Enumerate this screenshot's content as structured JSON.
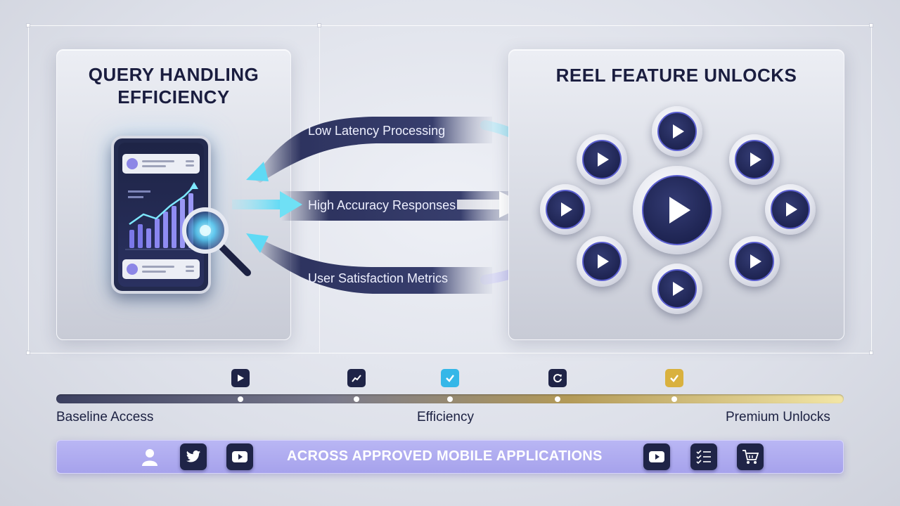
{
  "left_panel": {
    "title_line1": "QUERY HANDLING",
    "title_line2": "EFFICIENCY"
  },
  "right_panel": {
    "title": "REEL FEATURE UNLOCKS"
  },
  "flows": [
    {
      "label": "Low Latency Processing"
    },
    {
      "label": "High Accuracy Responses"
    },
    {
      "label": "User Satisfaction Metrics"
    }
  ],
  "timeline": {
    "labels": {
      "start": "Baseline Access",
      "middle": "Efficiency",
      "end": "Premium Unlocks"
    },
    "milestones": [
      {
        "icon": "play-icon",
        "color": "#1f2447"
      },
      {
        "icon": "trend-icon",
        "color": "#1f2447"
      },
      {
        "icon": "check-icon",
        "color": "#35b7e8"
      },
      {
        "icon": "refresh-icon",
        "color": "#1f2447"
      },
      {
        "icon": "check-icon",
        "color": "#d9b13e"
      }
    ]
  },
  "bottom_bar": {
    "text": "ACROSS APPROVED MOBILE APPLICATIONS",
    "icons_left": [
      "user-icon",
      "twitter-icon",
      "youtube-icon"
    ],
    "icons_right": [
      "youtube-icon",
      "checklist-icon",
      "cart-icon"
    ]
  },
  "colors": {
    "navy": "#1f2447",
    "accent_purple": "#a6a2ec",
    "accent_cyan": "#6fe0f5",
    "gold": "#d9b13e"
  }
}
